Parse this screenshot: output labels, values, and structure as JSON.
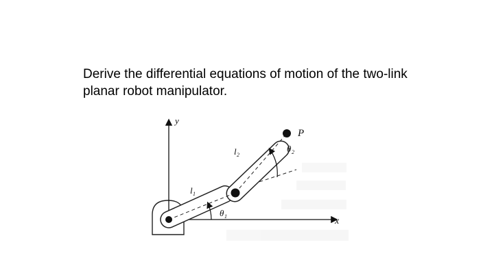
{
  "question": {
    "text": "Derive the differential equations of motion of the two-link planar robot manipulator."
  },
  "diagram": {
    "labels": {
      "y_axis": "y",
      "x_axis": "x",
      "point": "P",
      "link1": "l",
      "link1_sub": "1",
      "link2": "l",
      "link2_sub": "2",
      "theta1": "θ",
      "theta1_sub": "1",
      "theta2": "θ",
      "theta2_sub": "2"
    }
  }
}
